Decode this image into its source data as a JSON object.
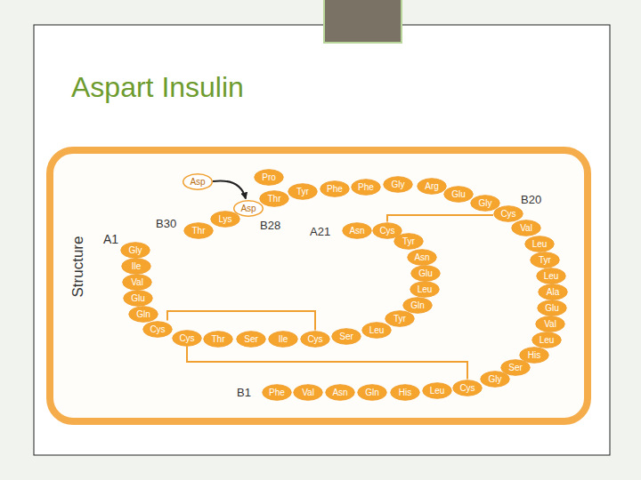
{
  "diagram": {
    "title": "Aspart Insulin",
    "nodes": [
      {
        "text": [
          "Gly"
        ]
      },
      {
        "text": [
          "Ile"
        ]
      },
      {
        "text": [
          "Val"
        ]
      },
      {
        "text": [
          "Glu"
        ]
      },
      {
        "text": [
          "Gln"
        ]
      },
      {
        "text": [
          "Cys"
        ]
      },
      {
        "text": [
          "Cys"
        ]
      },
      {
        "text": [
          "Thr"
        ]
      },
      {
        "text": [
          "Ser"
        ]
      },
      {
        "text": [
          "Ile"
        ]
      },
      {
        "text": [
          "Cys"
        ]
      },
      {
        "text": [
          "Ser"
        ]
      },
      {
        "text": [
          "Leu"
        ]
      },
      {
        "text": [
          "Tyr"
        ]
      },
      {
        "text": [
          "Gln"
        ]
      },
      {
        "text": [
          "Leu"
        ]
      },
      {
        "text": [
          "Glu"
        ]
      },
      {
        "text": [
          "Asn"
        ]
      },
      {
        "text": [
          "Tyr"
        ]
      },
      {
        "text": [
          "Cys"
        ]
      },
      {
        "text": [
          "Asn"
        ]
      },
      {
        "text": [
          "Phe"
        ]
      },
      {
        "text": [
          "Val"
        ]
      },
      {
        "text": [
          "Asn"
        ]
      },
      {
        "text": [
          "Gln"
        ]
      },
      {
        "text": [
          "His"
        ]
      },
      {
        "text": [
          "Leu"
        ]
      },
      {
        "text": [
          "Cys"
        ]
      },
      {
        "text": [
          "Gly"
        ]
      },
      {
        "text": [
          "Ser"
        ]
      },
      {
        "text": [
          "His"
        ]
      },
      {
        "text": [
          "Leu"
        ]
      },
      {
        "text": [
          "Val"
        ]
      },
      {
        "text": [
          "Glu"
        ]
      },
      {
        "text": [
          "Ala"
        ]
      },
      {
        "text": [
          "Leu"
        ]
      },
      {
        "text": [
          "Tyr"
        ]
      },
      {
        "text": [
          "Leu"
        ]
      },
      {
        "text": [
          "Val"
        ]
      },
      {
        "text": [
          "Cys"
        ]
      },
      {
        "text": [
          "Gly"
        ]
      },
      {
        "text": [
          "Glu"
        ]
      },
      {
        "text": [
          "Arg"
        ]
      },
      {
        "text": [
          "Gly"
        ]
      },
      {
        "text": [
          "Phe"
        ]
      },
      {
        "text": [
          "Phe"
        ]
      },
      {
        "text": [
          "Tyr"
        ]
      },
      {
        "text": [
          "Thr"
        ]
      },
      {
        "text": [
          "Asp"
        ]
      },
      {
        "text": [
          "Lys"
        ]
      },
      {
        "text": [
          "Thr"
        ]
      },
      {
        "text": [
          "Pro"
        ]
      },
      {
        "text": [
          "Asp"
        ]
      }
    ],
    "edges": [
      {
        "from": 5,
        "to": 10,
        "arrow": "none"
      },
      {
        "from": 6,
        "to": 27,
        "arrow": "none"
      },
      {
        "from": 19,
        "to": 39,
        "arrow": "none"
      },
      {
        "from": 52,
        "to": 48,
        "arrow": "to"
      }
    ],
    "labels": [
      "Structure",
      "A1",
      "B30",
      "B28",
      "A21",
      "B20",
      "B1"
    ]
  }
}
